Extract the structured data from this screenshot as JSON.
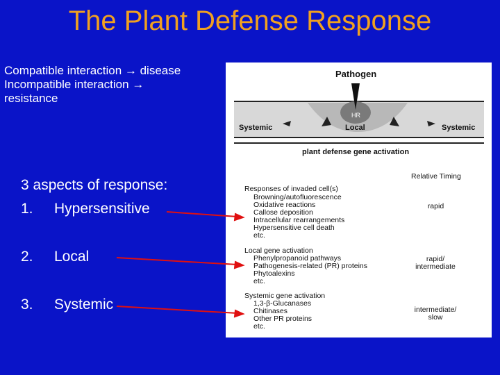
{
  "title": "The Plant Defense Response",
  "intro_lines": [
    "Compatible interaction → disease",
    "Incompatible interaction →",
    "resistance"
  ],
  "aspects_heading": "3 aspects of response:",
  "aspects": [
    {
      "num": "1.",
      "label": "Hypersensitive"
    },
    {
      "num": "2.",
      "label": "Local"
    },
    {
      "num": "3.",
      "label": "Systemic"
    }
  ],
  "figure": {
    "pathogen": "Pathogen",
    "hr": "HR",
    "systemic_left": "Systemic",
    "local": "Local",
    "systemic_right": "Systemic",
    "gene_activation": "plant defense gene activation",
    "relative_timing": "Relative Timing",
    "groups": [
      {
        "header": "Responses of invaded cell(s)",
        "items": [
          "Browning/autofluorescence",
          "Oxidative reactions",
          "Callose deposition",
          "Intracellular rearrangements",
          "Hypersensitive cell death",
          "etc."
        ],
        "timing": [
          "rapid"
        ]
      },
      {
        "header": "Local gene activation",
        "items": [
          "Phenylpropanoid pathways",
          "Pathogenesis-related (PR) proteins",
          "Phytoalexins",
          "etc."
        ],
        "timing": [
          "rapid/",
          "intermediate"
        ]
      },
      {
        "header": "Systemic gene activation",
        "items": [
          "1,3-β-Glucanases",
          "Chitinases",
          "Other PR proteins",
          "etc."
        ],
        "timing": [
          "intermediate/",
          "slow"
        ]
      }
    ]
  },
  "colors": {
    "background": "#0a14c8",
    "title": "#f0a020",
    "arrow": "#e01010"
  }
}
